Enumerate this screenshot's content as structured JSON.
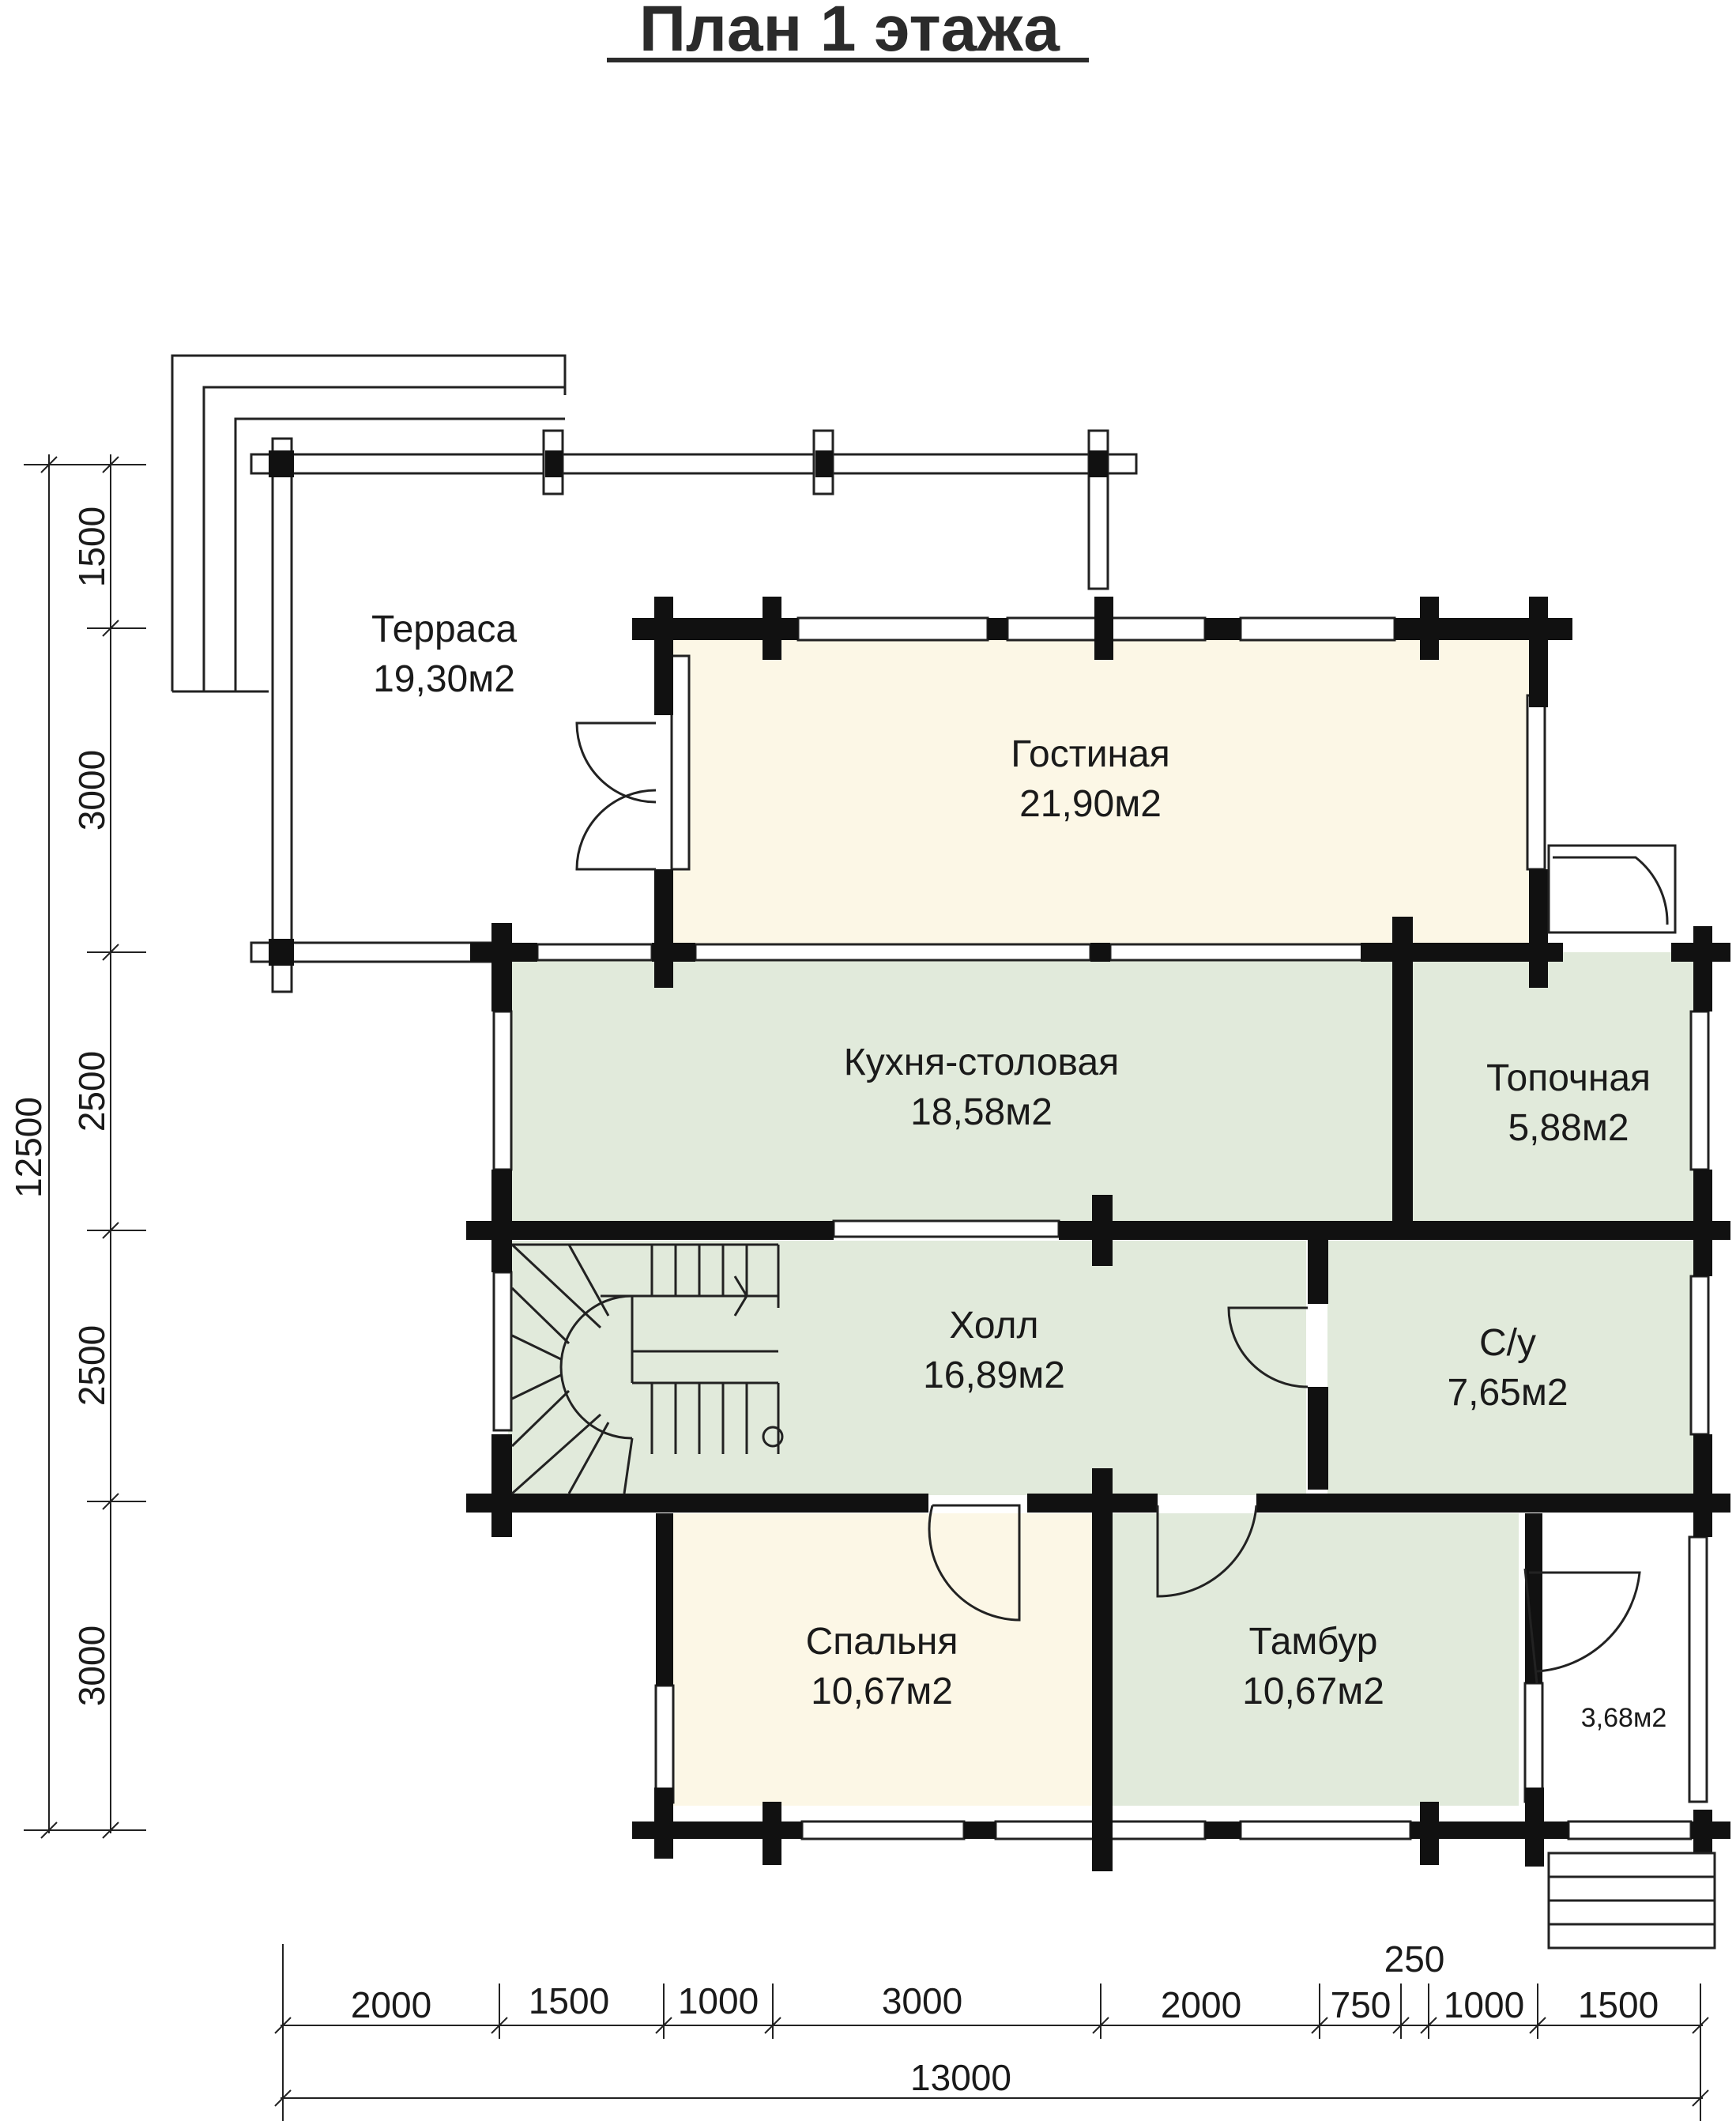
{
  "title": "План 1 этажа",
  "colors": {
    "living": "#fcf7e6",
    "green": "#e1eadb",
    "bedroom": "#fcf7e6",
    "wall": "#111111"
  },
  "rooms": [
    {
      "id": "terrace",
      "name": "Терраса",
      "area": "19,30м2"
    },
    {
      "id": "living",
      "name": "Гостиная",
      "area": "21,90м2"
    },
    {
      "id": "kitchen",
      "name": "Кухня-столовая",
      "area": "18,58м2"
    },
    {
      "id": "boiler",
      "name": "Топочная",
      "area": "5,88м2"
    },
    {
      "id": "hall",
      "name": "Холл",
      "area": "16,89м2"
    },
    {
      "id": "wc",
      "name": "С/у",
      "area": "7,65м2"
    },
    {
      "id": "bedroom",
      "name": "Спальня",
      "area": "10,67м2"
    },
    {
      "id": "vestibule",
      "name": "Тамбур",
      "area": "10,67м2"
    },
    {
      "id": "porch",
      "name": "",
      "area": "3,68м2"
    }
  ],
  "dimensions": {
    "left_segments": [
      "1500",
      "3000",
      "2500",
      "2500",
      "3000"
    ],
    "left_total": "12500",
    "bottom_segments": [
      "2000",
      "1500",
      "1000",
      "3000",
      "2000",
      "750",
      "1000",
      "1500"
    ],
    "bottom_extra": "250",
    "bottom_total": "13000"
  }
}
